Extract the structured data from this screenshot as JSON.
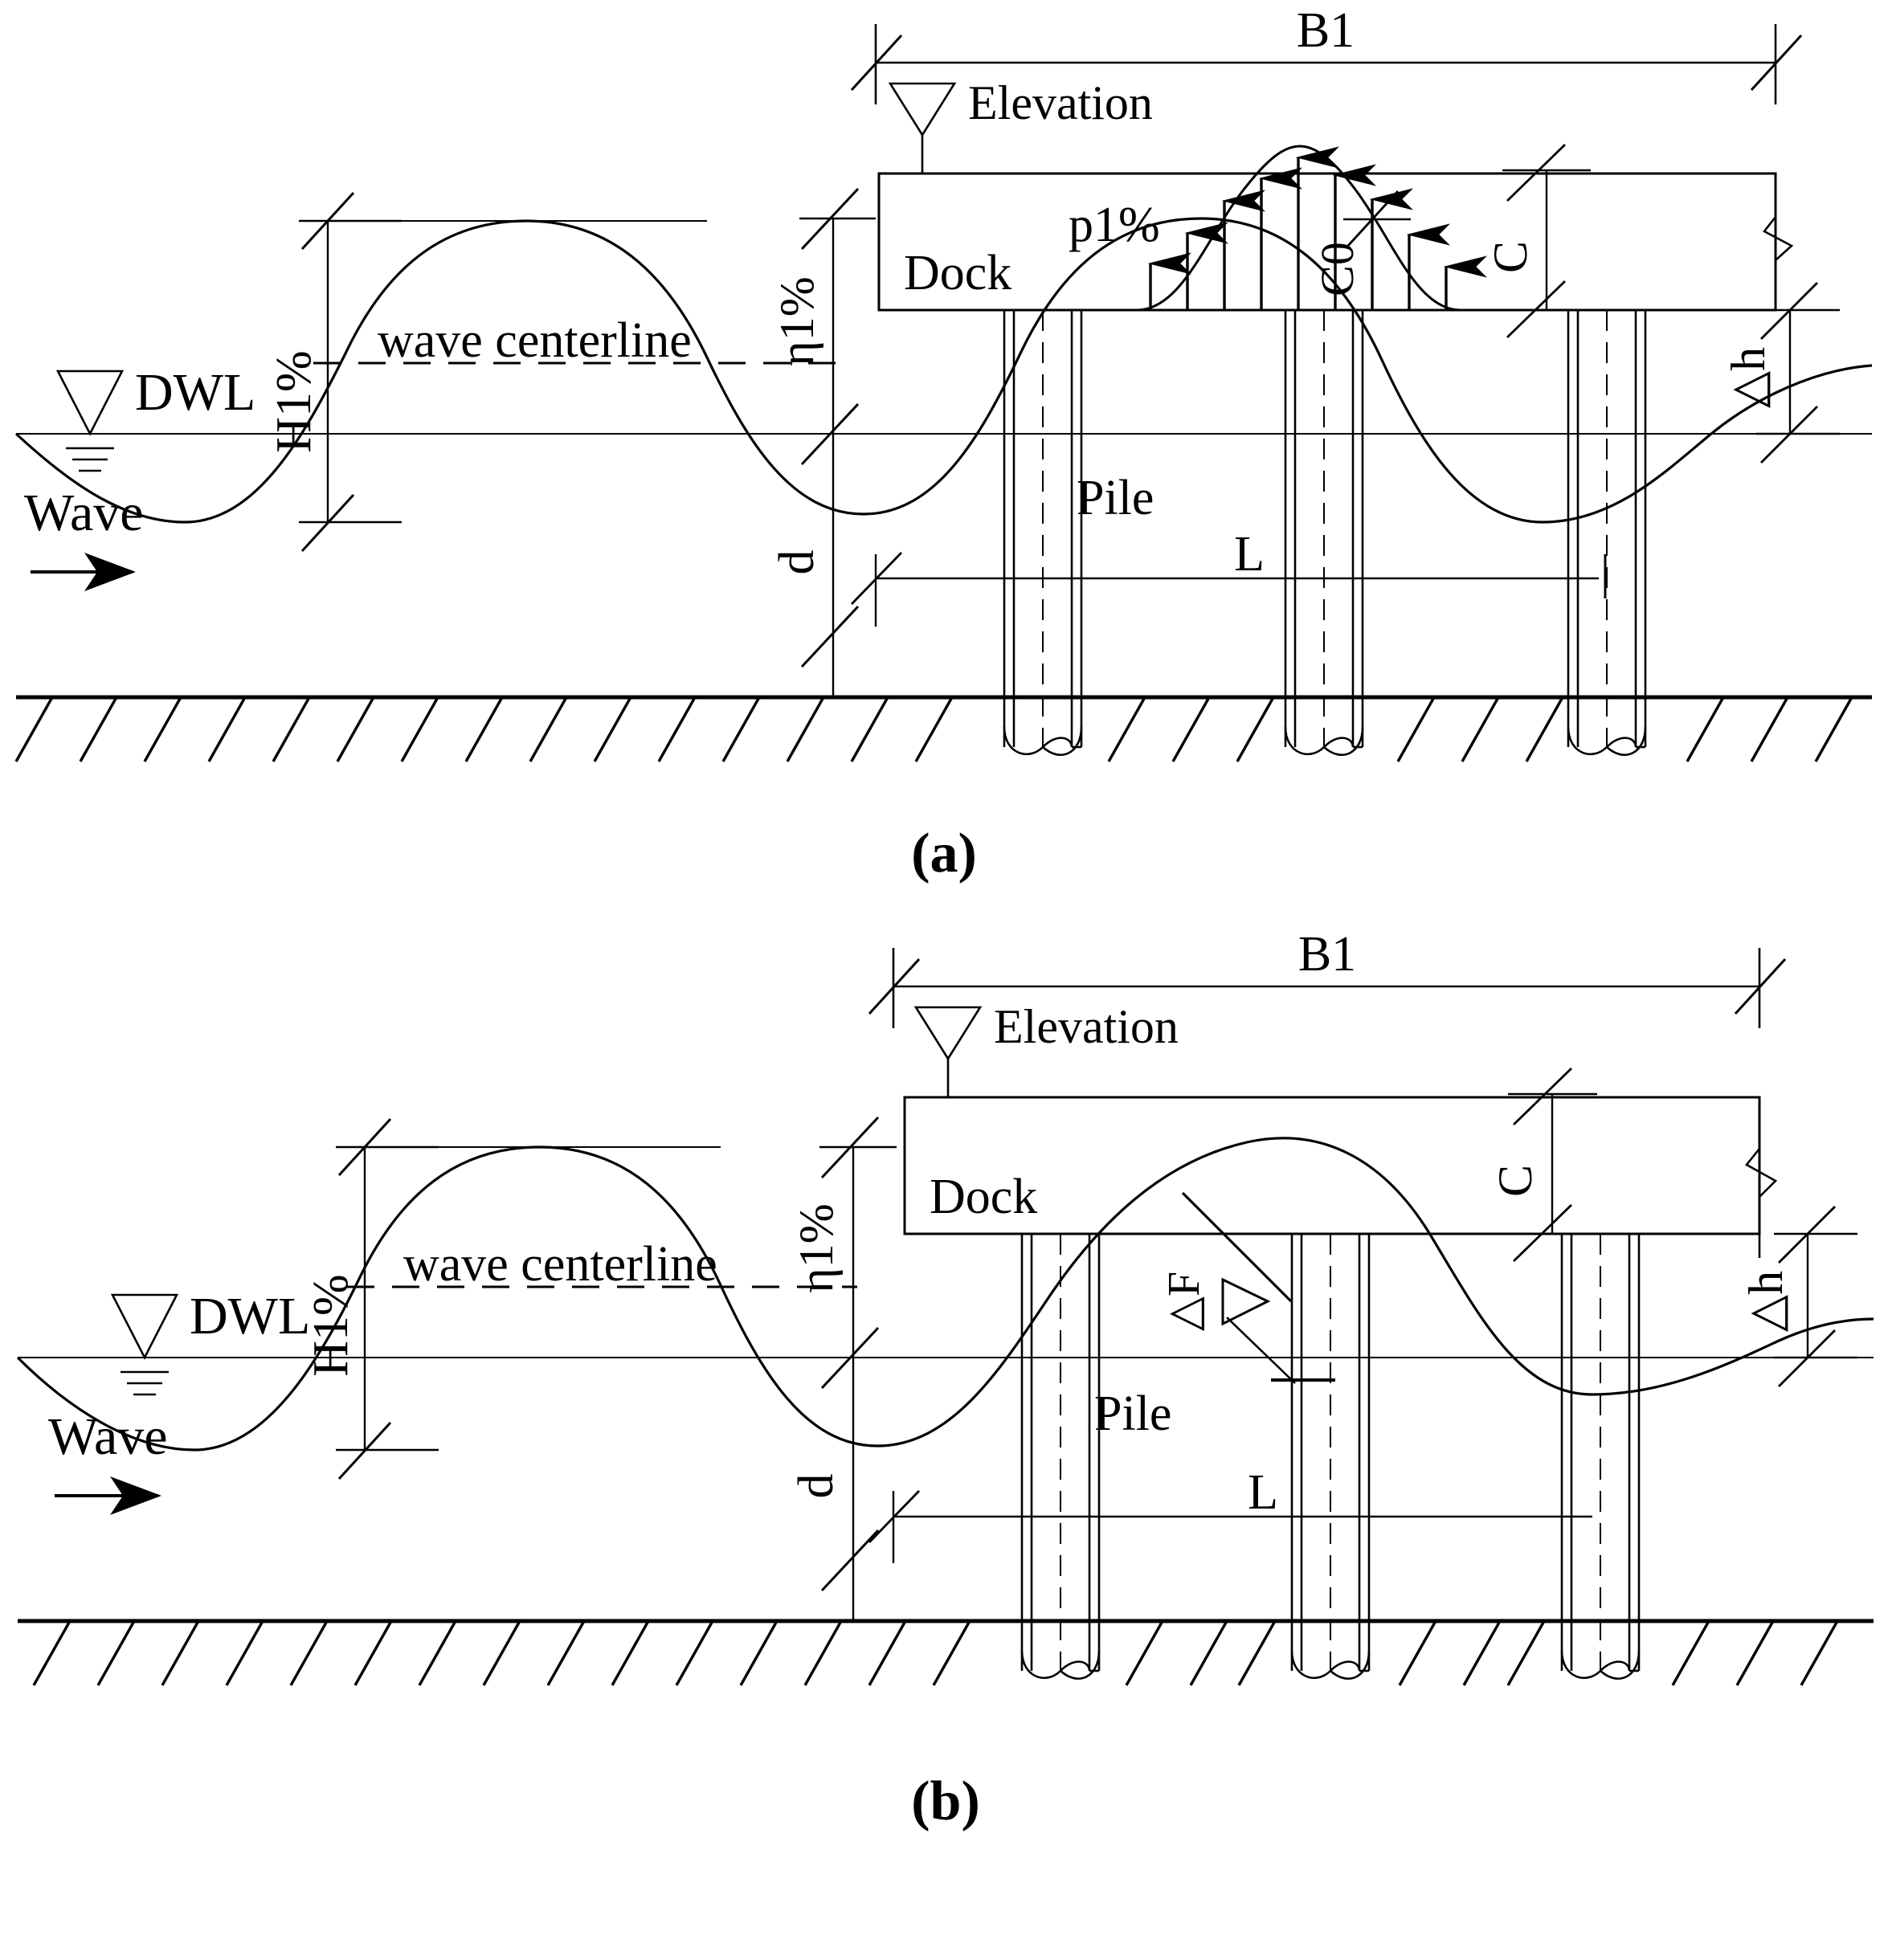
{
  "figure": {
    "title_a": "(a)",
    "title_b": "(b)",
    "kind": "engineering-section-diagram"
  },
  "labels": {
    "b1": "B1",
    "elevation": "Elevation",
    "dock": "Dock",
    "pile": "Pile",
    "p1pct": "p1%",
    "c0": "C0",
    "c": "C",
    "delta_h": "△h",
    "delta_f": "△F",
    "dwl": "DWL",
    "wave": "Wave",
    "wave_centerline": "wave centerline",
    "h1pct": "H1%",
    "eta1pct": "η1%",
    "d": "d",
    "l": "L"
  },
  "panel_a": {
    "b1": "B1",
    "elevation": "Elevation",
    "dock": "Dock",
    "pile": "Pile",
    "p1pct": "p1%",
    "c0": "C0",
    "c": "C",
    "delta_h": "△h",
    "dwl": "DWL",
    "wave": "Wave",
    "wave_centerline": "wave centerline",
    "h1pct": "H1%",
    "eta1pct": "η1%",
    "d": "d",
    "l": "L",
    "caption": "(a)"
  },
  "panel_b": {
    "b1": "B1",
    "elevation": "Elevation",
    "dock": "Dock",
    "pile": "Pile",
    "c": "C",
    "delta_h": "△h",
    "delta_f": "△F",
    "dwl": "DWL",
    "wave": "Wave",
    "wave_centerline": "wave centerline",
    "h1pct": "H1%",
    "eta1pct": "η1%",
    "d": "d",
    "l": "L",
    "caption": "(b)"
  },
  "colors": {
    "line": "#000000",
    "background": "#ffffff"
  },
  "icons": {
    "water_level": "water-level-triangle-icon",
    "elevation_marker": "elevation-triangle-icon",
    "wave_direction": "right-arrow-icon",
    "break_symbol": "zigzag-break-icon",
    "pressure_arrow": "up-arrow-icon",
    "hatch": "ground-hatch-icon"
  }
}
